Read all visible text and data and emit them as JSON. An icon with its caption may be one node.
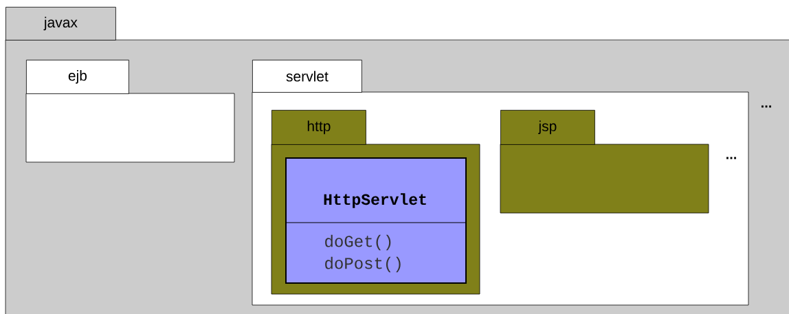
{
  "diagram": {
    "nodes": [
      {
        "text": [
          "javax"
        ]
      },
      {
        "text": [
          "ejb"
        ],
        "in": 0
      },
      {
        "text": [
          "servlet"
        ],
        "in": 0
      },
      {
        "text": [
          "http"
        ],
        "in": 2
      },
      {
        "text": [
          "jsp"
        ],
        "in": 2
      },
      {
        "text": [
          "HttpServlet",
          "doGet()",
          "doPost()"
        ],
        "in": 3
      }
    ],
    "labels": [
      "...",
      "..."
    ]
  }
}
